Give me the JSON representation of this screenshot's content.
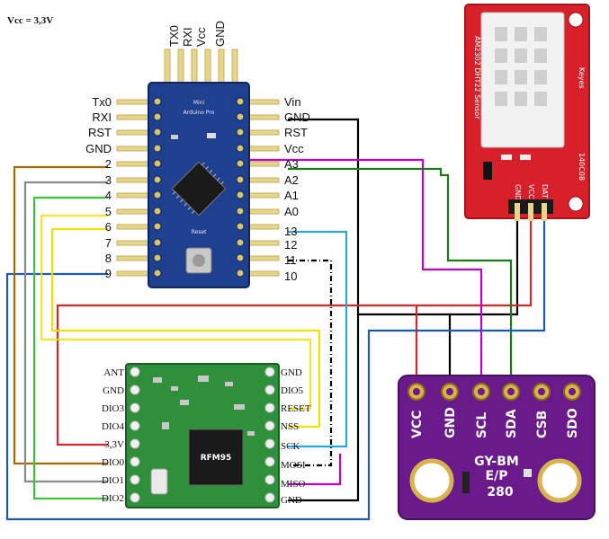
{
  "vcc_note": "Vcc = 3,3V",
  "arduino": {
    "board_text": "Arduino Pro",
    "board_sub": "Mini",
    "reset_text": "Reset",
    "top_pins": [
      "TX0",
      "RXI",
      "Vcc",
      "GND"
    ],
    "left_pins": [
      "Tx0",
      "RXI",
      "RST",
      "GND",
      "2",
      "3",
      "4",
      "5",
      "6",
      "7",
      "8",
      "9"
    ],
    "right_pins": [
      "Vin",
      "GND",
      "RST",
      "Vcc",
      "A3",
      "A2",
      "A1",
      "A0",
      "13",
      "12",
      "11",
      "10"
    ]
  },
  "lora": {
    "chip_text": "RFM95",
    "left_pins": [
      "ANT",
      "GND",
      "DIO3",
      "DIO4",
      "3,3V",
      "DIO0",
      "DIO1",
      "DIO2"
    ],
    "right_pins": [
      "GND",
      "DIO5",
      "RESET",
      "NSS",
      "SCK",
      "MOSI",
      "MISO",
      "GND"
    ]
  },
  "dht": {
    "side_text": "AM2302 DHT22 Sensor",
    "brand_text": "Keyes",
    "code_text": "140C08",
    "pins": [
      "GND",
      "VCC",
      "DAT"
    ]
  },
  "bme": {
    "pins": [
      "VCC",
      "GND",
      "SCL",
      "SDA",
      "CSB",
      "SDO"
    ],
    "title_line1": "GY-BM",
    "title_line2": "E/P",
    "title_line3": "280"
  },
  "colors": {
    "arduino_board": "#1f3f8f",
    "lora_board": "#2f8f3a",
    "dht_board": "#d8202a",
    "bme_board": "#6a1a8a",
    "wire_black": "#000000",
    "wire_red": "#d9262c",
    "wire_magenta": "#c100c8",
    "wire_green": "#1a7a1a",
    "wire_blue": "#1c5bb5",
    "wire_cyan": "#2aa7d8",
    "wire_yellow": "#f3e000",
    "wire_brown": "#a36a00",
    "wire_gray": "#8a8a8a",
    "wire_lightgreen": "#3cc23c"
  }
}
